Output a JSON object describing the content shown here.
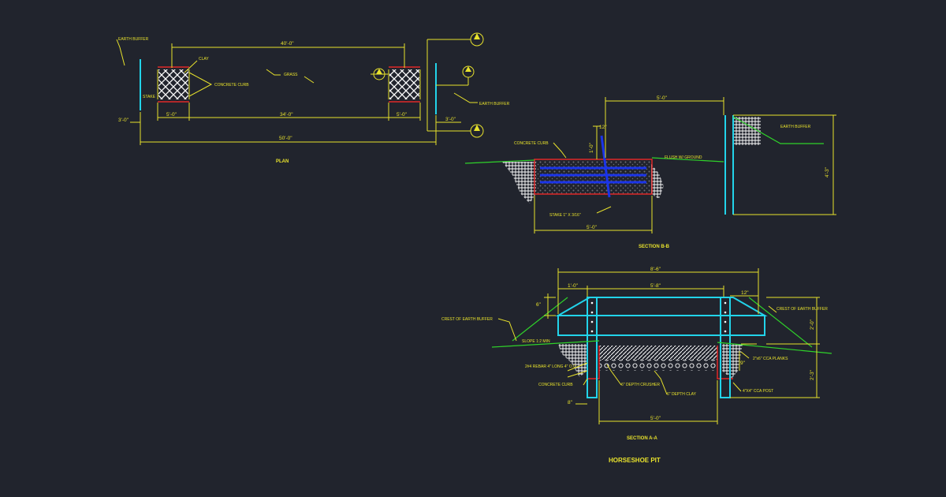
{
  "colors": {
    "background": "#21242d",
    "dimension": "#e8e22c",
    "post": "#22d4ea",
    "curb": "#e02828",
    "grade": "#2fd22a",
    "rebar": "#1b34e8"
  },
  "plan": {
    "title": "PLAN",
    "dim_top": "40'-0\"",
    "dim_curb_left": "5'-0\"",
    "dim_middle": "34'-0\"",
    "dim_curb_right": "5'-0\"",
    "dim_overall": "50'-0\"",
    "dim_left_offset": "3'-0\"",
    "dim_right_offset": "3'-0\"",
    "note_earth_buffer_left": "EARTH BUFFER",
    "note_earth_buffer_right": "EARTH BUFFER",
    "note_clay": "CLAY",
    "note_concrete_curb": "CONCRETE CURB",
    "note_grass": "GRASS",
    "note_stake": "STAKE"
  },
  "section_b": {
    "title": "SECTION B-B",
    "dim_top": "5'-0\"",
    "dim_bottom": "5'-0\"",
    "dim_height": "4'-3\"",
    "dim_depth": "1'-0\"",
    "dim_small": "12\"",
    "note_concrete_curb": "CONCRETE CURB",
    "note_earth_buffer": "EARTH BUFFER",
    "note_rebar": "STAKE 1\" X 3/16\"",
    "note_grade": "FLUSH W/ GROUND"
  },
  "section_a": {
    "title": "SECTION A-A",
    "dim_overall": "8'-6\"",
    "dim_left": "1'-0\"",
    "dim_mid": "5'-8\"",
    "dim_right": "12\"",
    "dim_top_left": "6\"",
    "dim_right_upper": "2'-0\"",
    "dim_right_lower": "2'-3\"",
    "dim_bottom": "5'-0\"",
    "dim_small_left": "8\"",
    "dim_small_right": "9\"",
    "note_crest_left": "CREST OF EARTH BUFFER",
    "note_crest_right": "CREST OF EARTH BUFFER",
    "note_slope": "SLOPE 1:2 MIN",
    "note_bars": "2#4 REBAR 4\" LONG 4\" O.C.",
    "note_curb": "CONCRETE CURB",
    "note_gravel": "6\" DEPTH CRUSHER",
    "note_clay": "6\" DEPTH CLAY",
    "note_post": "4\"X4\" CCA POST",
    "note_planks": "2\"x6\" CCA PLANKS"
  },
  "sheet_title": "HORSESHOE PIT"
}
